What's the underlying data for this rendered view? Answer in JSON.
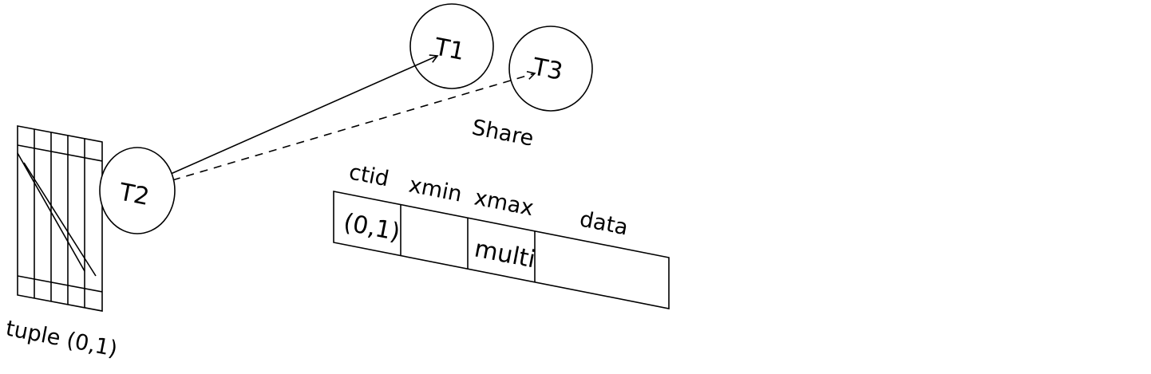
{
  "tuple": {
    "label": "tuple (0,1)"
  },
  "transactions": {
    "t1": "T1",
    "t2": "T2",
    "t3": "T3"
  },
  "lock_mode": "Share",
  "header": {
    "columns": [
      "ctid",
      "xmin",
      "xmax",
      "data"
    ],
    "values": [
      "(0,1)",
      "",
      "multi",
      ""
    ]
  }
}
